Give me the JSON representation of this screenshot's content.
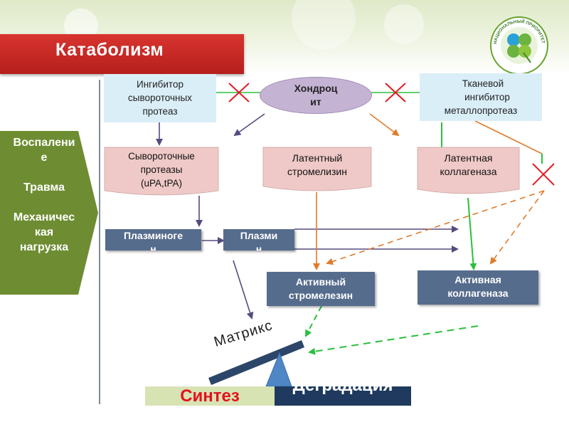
{
  "slide_title": "Катаболизм",
  "logo": {
    "ring_text": "НАЦИОНАЛЬНЫЙ ПРИОРИТЕТ – ЗДОРОВЬЕ!",
    "icon": "four-leaf-clover-icon"
  },
  "side_factors": [
    "Воспалени",
    "е",
    "Травма",
    "Механичес",
    "кая",
    "нагрузка"
  ],
  "nodes": {
    "inhibitor_serum": [
      "Ингибитор",
      "сывороточных",
      "протеаз"
    ],
    "chondrocyte": [
      "Хондроц",
      "ит"
    ],
    "tissue_inhibitor": [
      "Тканевой",
      "ингибитор",
      "металлопротеаз"
    ],
    "serum_proteases": [
      "Сывороточные",
      "протеазы",
      "(uPA,tPA)"
    ],
    "latent_stromelysin": [
      "Латентный",
      "стромелизин"
    ],
    "latent_collagenase": [
      "Латентная",
      "коллагеназа"
    ],
    "plasminogen": [
      "Плазминоге",
      "н"
    ],
    "plasmin": [
      "Плазми",
      "н"
    ],
    "active_stromelysin": [
      "Активный",
      "стромелезин"
    ],
    "active_collagenase": [
      "Активная",
      "коллагеназа"
    ]
  },
  "balance": {
    "beam_label": "Матрикс",
    "left": "Синтез",
    "right": "Деградация"
  },
  "colors": {
    "title_red": "#c62a26",
    "side_green": "#6e8d32",
    "slate": "#566c8d",
    "pink": "#efc9c7",
    "light_blue": "#daeef8",
    "lavender": "#c5b3d4",
    "cross_red": "#e31b23",
    "arrow_orange": "#e07b2a",
    "arrow_green": "#2bbf3e",
    "arrow_purple": "#574a7e",
    "balance_navy": "#1f3a5e",
    "fulcrum_blue": "#4f86c6"
  }
}
